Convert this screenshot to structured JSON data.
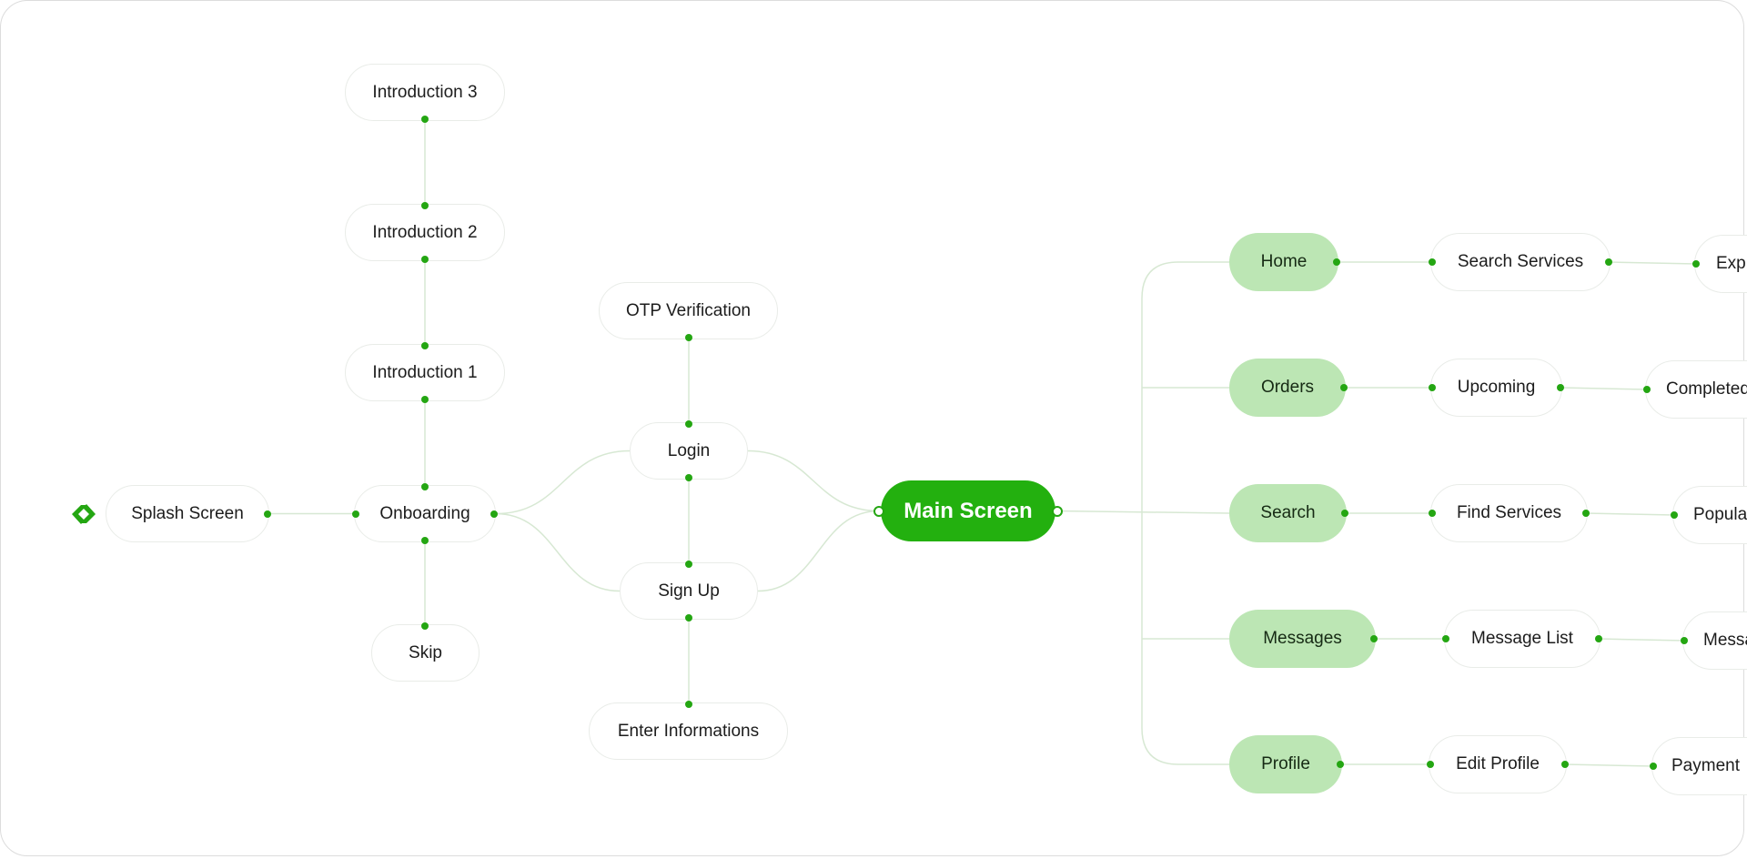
{
  "accent_color": "#23b00f",
  "tab_color": "#bce6b4",
  "edge_color": "#d7e8d3",
  "logo_icon": "brand-logo-icon",
  "nodes": {
    "splash": "Splash Screen",
    "onboarding": "Onboarding",
    "intro1": "Introduction 1",
    "intro2": "Introduction 2",
    "intro3": "Introduction 3",
    "skip": "Skip",
    "otp": "OTP Verification",
    "login": "Login",
    "signup": "Sign Up",
    "enterinfo": "Enter Informations",
    "main": "Main Screen",
    "home": "Home",
    "orders": "Orders",
    "search": "Search",
    "messages": "Messages",
    "profile": "Profile",
    "search_services": "Search Services",
    "upcoming": "Upcoming",
    "find_services": "Find Services",
    "message_list": "Message List",
    "edit_profile": "Edit Profile",
    "explore": "Explore",
    "completed": "Completed",
    "popular": "Popular",
    "message_detail": "Message",
    "payment": "Payment"
  },
  "edges": [
    [
      "splash",
      "onboarding"
    ],
    [
      "onboarding",
      "intro1"
    ],
    [
      "intro1",
      "intro2"
    ],
    [
      "intro2",
      "intro3"
    ],
    [
      "onboarding",
      "skip"
    ],
    [
      "onboarding",
      "login"
    ],
    [
      "onboarding",
      "signup"
    ],
    [
      "login",
      "otp"
    ],
    [
      "login",
      "signup"
    ],
    [
      "signup",
      "enterinfo"
    ],
    [
      "login",
      "main"
    ],
    [
      "signup",
      "main"
    ],
    [
      "main",
      "home"
    ],
    [
      "main",
      "orders"
    ],
    [
      "main",
      "search"
    ],
    [
      "main",
      "messages"
    ],
    [
      "main",
      "profile"
    ],
    [
      "home",
      "search_services"
    ],
    [
      "search_services",
      "explore"
    ],
    [
      "orders",
      "upcoming"
    ],
    [
      "upcoming",
      "completed"
    ],
    [
      "search",
      "find_services"
    ],
    [
      "find_services",
      "popular"
    ],
    [
      "messages",
      "message_list"
    ],
    [
      "message_list",
      "message_detail"
    ],
    [
      "profile",
      "edit_profile"
    ],
    [
      "edit_profile",
      "payment"
    ]
  ]
}
